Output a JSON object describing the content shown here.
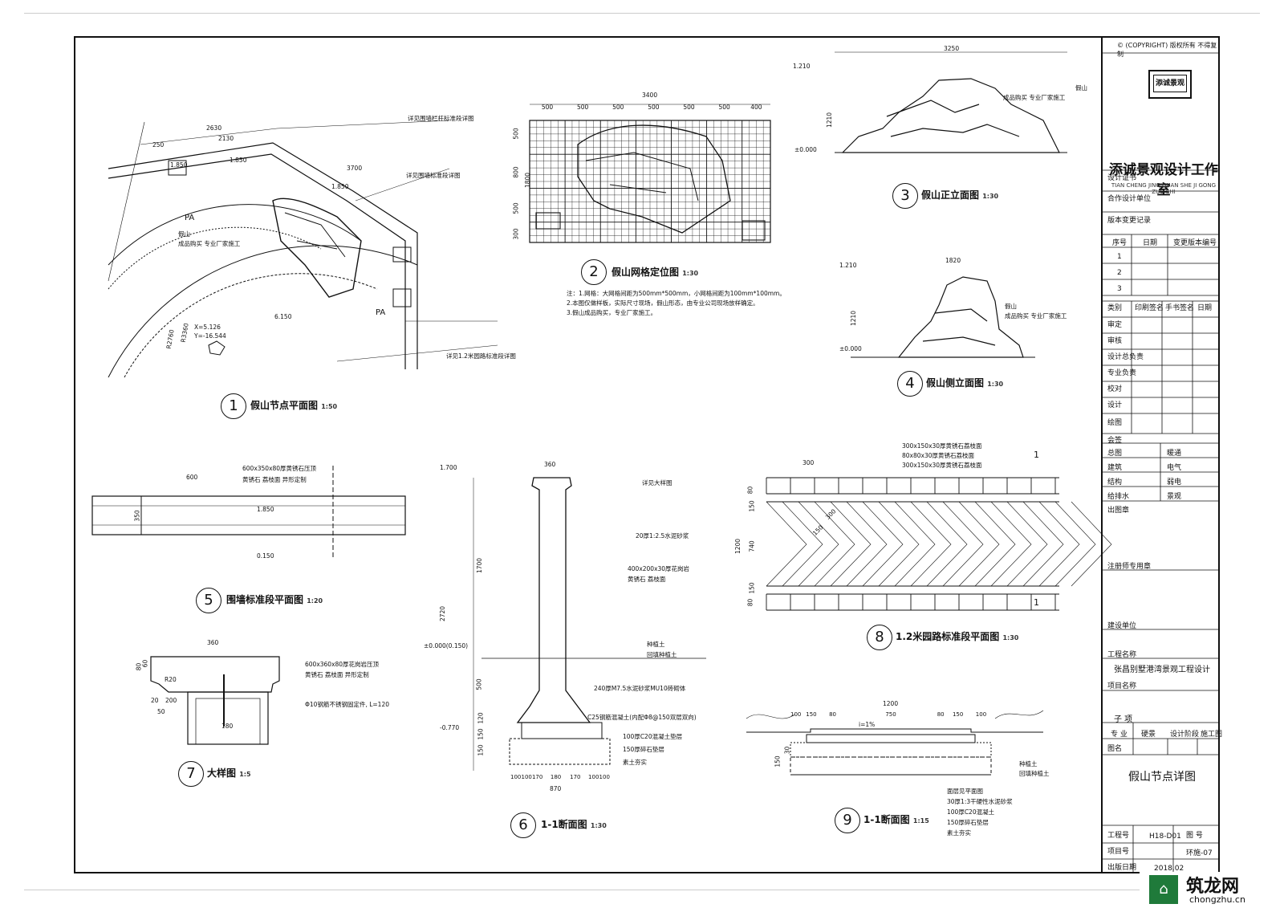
{
  "copyright": "© (COPYRIGHT) 版权所有 不得复制",
  "logo_text": "添诚景观",
  "company": {
    "name": "添诚景观设计工作室",
    "pinyin": "TIAN CHENG JING GUAN SHE JI GONG ZUO SHI"
  },
  "title_block": {
    "cert": "设计证书",
    "partner": "合作设计单位",
    "revisions": "版本变更记录",
    "rev_headers": [
      "序号",
      "日期",
      "变更版本编号"
    ],
    "rev_rows": [
      "1",
      "2",
      "3"
    ],
    "sig_headers": [
      "类别",
      "印刷签名",
      "手书签名",
      "日期"
    ],
    "roles": [
      "审定",
      "审核",
      "设计总负责",
      "专业负责",
      "校对",
      "设计",
      "绘图"
    ],
    "countersign": "会签",
    "cs_items": [
      "总图",
      "暖通",
      "建筑",
      "电气",
      "结构",
      "弱电",
      "给排水",
      "景观"
    ],
    "stamp": "出图章",
    "reg_stamp": "注册师专用章",
    "client": "建设单位",
    "project_label": "工程名称",
    "project_name": "张昌别墅港湾景观工程设计",
    "item_label": "项目名称",
    "sub_item": "子 项",
    "discipline_label": "专 业",
    "discipline": "硬景",
    "phase_label": "设计阶段",
    "phase": "施工图",
    "drawing_name_label": "图名",
    "drawing_name": "假山节点详图",
    "job_no_label": "工程号",
    "job_no": "H18-D01",
    "dwg_no_label": "图 号",
    "dwg_no": "环施-07",
    "proj_no_label": "项目号",
    "date_label": "出版日期",
    "date": "2018.02"
  },
  "views": [
    {
      "n": "1",
      "title": "假山节点平面图",
      "scale": "1:50"
    },
    {
      "n": "2",
      "title": "假山网格定位图",
      "scale": "1:30"
    },
    {
      "n": "3",
      "title": "假山正立面图",
      "scale": "1:30"
    },
    {
      "n": "4",
      "title": "假山侧立面图",
      "scale": "1:30"
    },
    {
      "n": "5",
      "title": "围墙标准段平面图",
      "scale": "1:20"
    },
    {
      "n": "6",
      "title": "1-1断面图",
      "scale": "1:30"
    },
    {
      "n": "7",
      "title": "大样图",
      "scale": "1:5"
    },
    {
      "n": "8",
      "title": "1.2米园路标准段平面图",
      "scale": "1:30"
    },
    {
      "n": "9",
      "title": "1-1断面图",
      "scale": "1:15"
    }
  ],
  "v1": {
    "dims": [
      "2630",
      "2130",
      "250",
      "3700"
    ],
    "levels": [
      "1.850",
      "1.850",
      "1.850",
      "6.150"
    ],
    "coords": [
      "X=5.126",
      "Y=-16.544"
    ],
    "radii": [
      "R3360",
      "R2760"
    ],
    "pa": "PA",
    "notes": [
      "详见围墙栏杆标准段详图",
      "详见围墙标准段详图",
      "详见1.2米园路标准段详图"
    ],
    "rock_note": "假山",
    "rock_note2": "成品购买 专业厂家施工"
  },
  "v2": {
    "total": "3400",
    "cols": [
      "500",
      "500",
      "500",
      "500",
      "500",
      "500",
      "400"
    ],
    "rows": [
      "500",
      "800",
      "500",
      "300"
    ],
    "height": "1800",
    "notes": [
      "注：1.网格：大网格间距为500mm*500mm，小网格间距为100mm*100mm。",
      "2.本图仅做样板，实际尺寸现场，假山形态，由专业公司现场放样确定。",
      "3.假山成品购买，专业厂家施工。"
    ]
  },
  "v3": {
    "width": "3250",
    "top": "1.210",
    "height": "1210",
    "base": "±0.000",
    "note": "假山",
    "note2": "成品购买 专业厂家施工"
  },
  "v4": {
    "width": "1820",
    "top": "1.210",
    "height": "1210",
    "base": "±0.000",
    "note": "假山",
    "note2": "成品购买 专业厂家施工"
  },
  "v5": {
    "width": "600",
    "depth": "350",
    "level": "1.850",
    "level2": "0.150",
    "note": "600x350x80厚黄锈石压顶",
    "note2": "黄锈石 荔枝面 异形定制"
  },
  "v6": {
    "top": "1.700",
    "width": "360",
    "base": "±0.000(0.150)",
    "low": "-0.770",
    "dims": [
      "1700",
      "2720",
      "500",
      "120",
      "150",
      "150"
    ],
    "bottom": [
      "100",
      "100",
      "170",
      "180",
      "170",
      "100",
      "100"
    ],
    "bottom_total": "870",
    "notes": [
      "详见大样图",
      "20厚1:2.5水泥砂浆",
      "400x200x30厚花岗岩",
      "黄锈石 荔枝面",
      "种植土",
      "回填种植土",
      "240厚M7.5水泥砂浆MU10砖砌体",
      "C25钢筋混凝土(内配Φ8@150双层双向)",
      "100厚C20混凝土垫层",
      "150厚碎石垫层",
      "素土夯实"
    ]
  },
  "v7": {
    "width": "360",
    "dims": [
      "80",
      "60",
      "20",
      "200",
      "50"
    ],
    "radius": "R20",
    "inner": "180",
    "notes": [
      "600x360x80厚花岗岩压顶",
      "黄锈石 荔枝面 异形定制",
      "Φ10钢筋不锈钢固定件, L=120"
    ]
  },
  "v8": {
    "tile": "300",
    "dims": [
      "80",
      "150",
      "1200",
      "740",
      "150",
      "80",
      "300",
      "150"
    ],
    "notes": [
      "300x150x30厚黄锈石荔枝面",
      "80x80x30厚黄锈石荔枝面",
      "300x150x30厚黄锈石荔枝面"
    ],
    "sec": "1"
  },
  "v9": {
    "width": "1200",
    "dims": [
      "100",
      "150",
      "80",
      "750",
      "80",
      "150",
      "100"
    ],
    "slope": "i=1%",
    "depth": "150",
    "sub": "30",
    "notes": [
      "面层见平面图",
      "30厚1:3干硬性水泥砂浆",
      "100厚C20混凝土",
      "150厚碎石垫层",
      "素土夯实"
    ],
    "side_notes": [
      "种植土",
      "回填种植土"
    ]
  },
  "watermark": {
    "cn": "筑龙网",
    "en": "chongzhu.cn"
  }
}
